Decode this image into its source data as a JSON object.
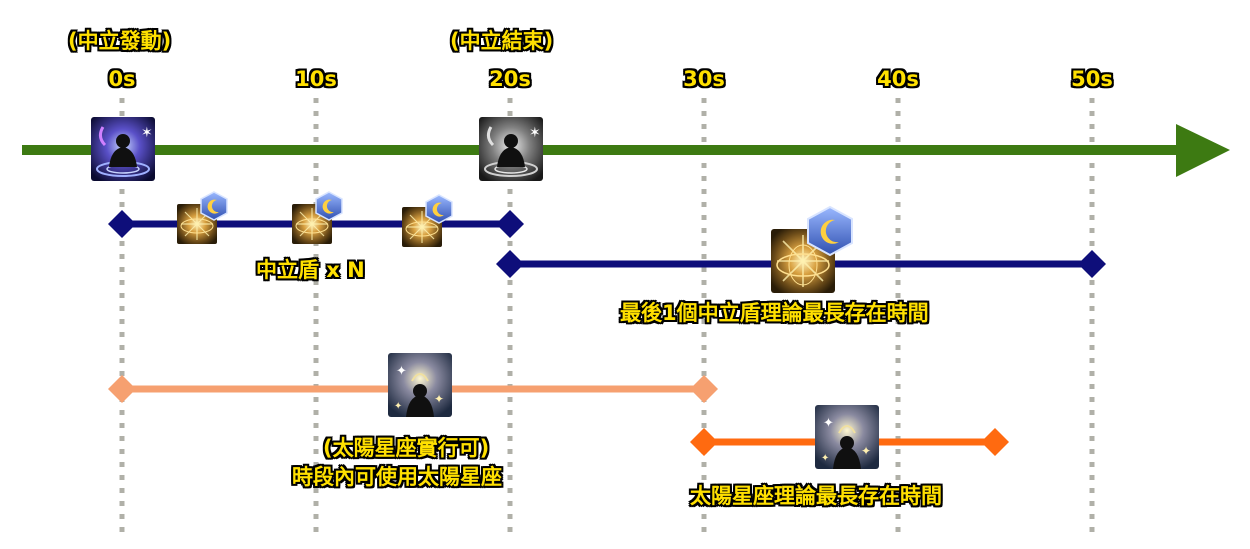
{
  "markers": {
    "start": "(中立發動)",
    "end": "(中立結束)"
  },
  "axis": {
    "ticks": [
      "0s",
      "10s",
      "20s",
      "30s",
      "40s",
      "50s"
    ],
    "tick_values": [
      0,
      10,
      20,
      30,
      40,
      50
    ],
    "range": [
      -5,
      57
    ]
  },
  "spans": [
    {
      "id": "shield",
      "start": 0,
      "end": 20,
      "color": "#0e0e7a",
      "label": "中立盾 x N"
    },
    {
      "id": "last-shield",
      "start": 20,
      "end": 50,
      "color": "#0e0e7a",
      "label": "最後1個中立盾理論最長存在時間"
    },
    {
      "id": "celestial-window",
      "start": 0,
      "end": 30,
      "color": "#f6a070"
    },
    {
      "id": "celestial",
      "start": 30,
      "end": 45,
      "color": "#ff6a10",
      "label": "太陽星座理論最長存在時間"
    }
  ],
  "celestial_window_label": {
    "line1": "(太陽星座實行可)",
    "line2": "時段內可使用太陽星座"
  },
  "colors": {
    "timeline": "#3d7a12",
    "label_text": "#ffe000",
    "grid": "#b0b0a8"
  },
  "icons": {
    "neutral_sect": "neutral-sect-icon",
    "neutral_sect_end": "neutral-sect-end-icon",
    "shield": "neutral-shield-icon",
    "moon_badge": "moon-badge-icon",
    "sun_sign": "sun-sign-icon"
  }
}
